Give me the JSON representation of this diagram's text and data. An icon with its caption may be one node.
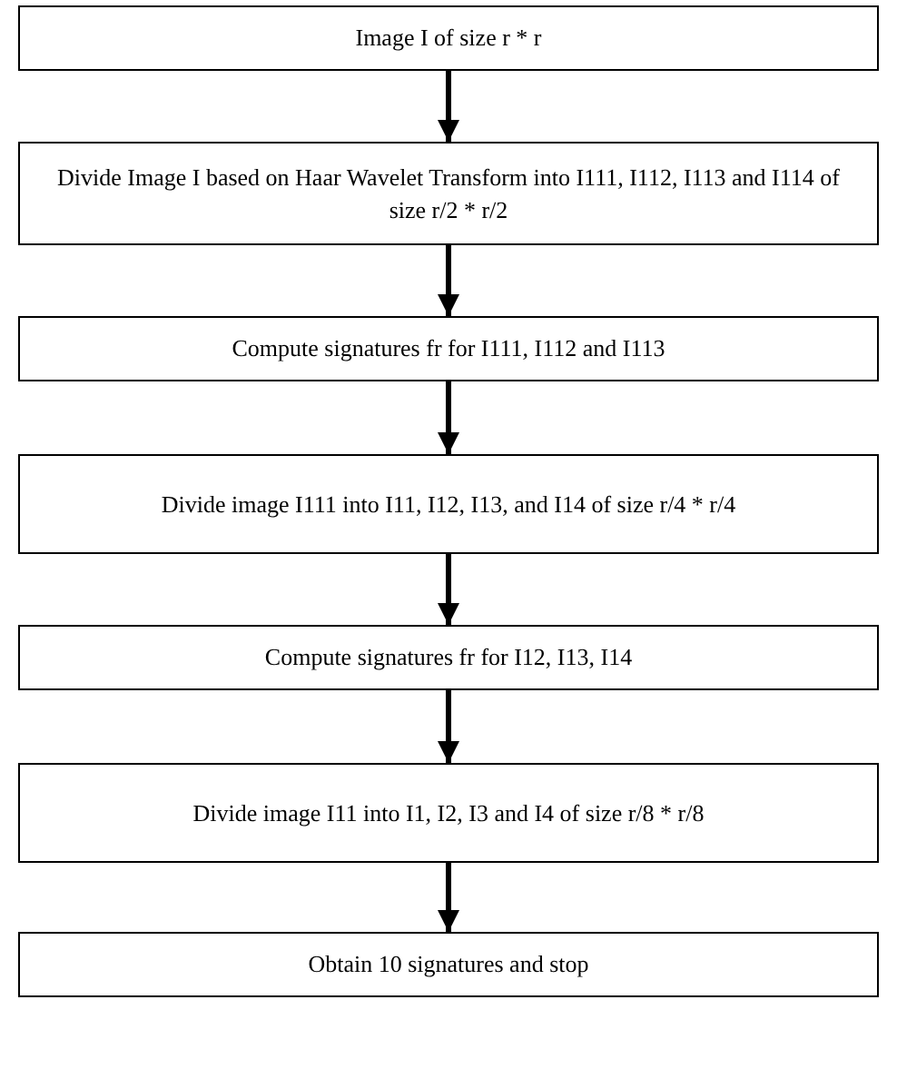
{
  "diagram": {
    "nodes": [
      {
        "text": [
          "Image I of size r * r"
        ]
      },
      {
        "text": [
          "Divide Image I based on Haar Wavelet Transform into I111, I112, I113 and I114 of size r/2 * r/2"
        ]
      },
      {
        "text": [
          "Compute signatures fr for I111, I112 and I113"
        ]
      },
      {
        "text": [
          "Divide image I111 into I11, I12, I13, and I14 of size r/4 * r/4"
        ]
      },
      {
        "text": [
          "Compute signatures fr for I12, I13, I14"
        ]
      },
      {
        "text": [
          "Divide image I11 into I1, I2, I3 and I4 of size r/8 * r/8"
        ]
      },
      {
        "text": [
          "Obtain 10 signatures and stop"
        ]
      }
    ],
    "edges": [
      {
        "from": 0,
        "to": 1,
        "arrow": "to"
      },
      {
        "from": 1,
        "to": 2,
        "arrow": "to"
      },
      {
        "from": 2,
        "to": 3,
        "arrow": "to"
      },
      {
        "from": 3,
        "to": 4,
        "arrow": "to"
      },
      {
        "from": 4,
        "to": 5,
        "arrow": "to"
      },
      {
        "from": 5,
        "to": 6,
        "arrow": "to"
      }
    ]
  }
}
